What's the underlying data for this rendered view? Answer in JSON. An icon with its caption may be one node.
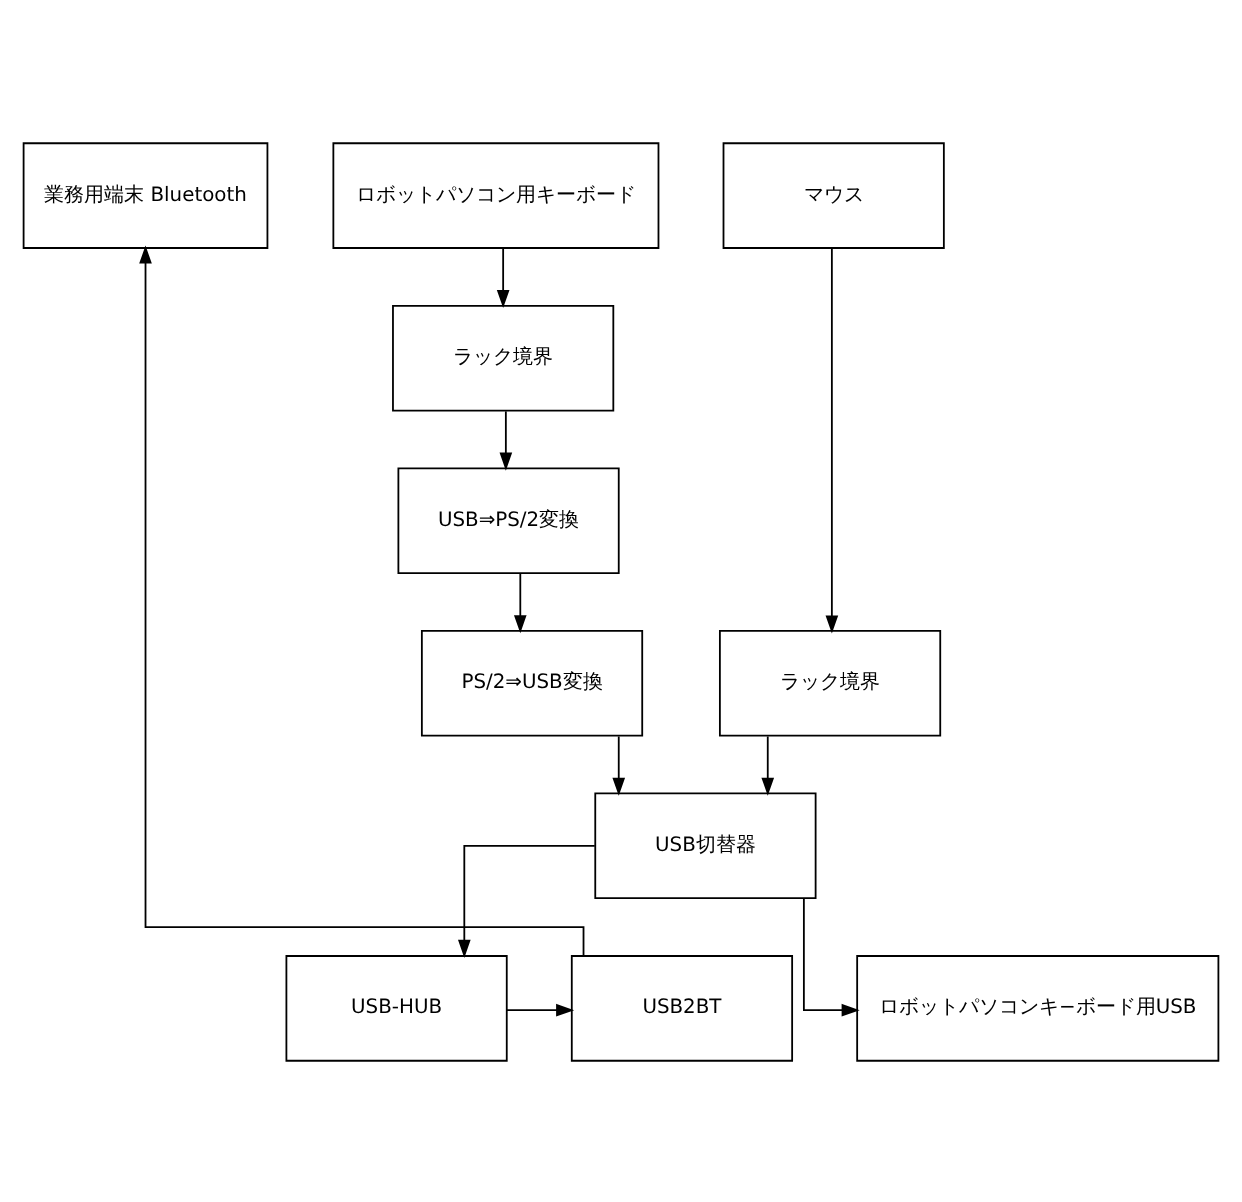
{
  "diagram": {
    "nodes": [
      {
        "text": [
          "業務用端末 Bluetooth"
        ]
      },
      {
        "text": [
          "ロボットパソコン用キーボード"
        ]
      },
      {
        "text": [
          "マウス"
        ]
      },
      {
        "text": [
          "ラック境界"
        ]
      },
      {
        "text": [
          "USB⇒PS/2変換"
        ]
      },
      {
        "text": [
          "PS/2⇒USB変換"
        ]
      },
      {
        "text": [
          "ラック境界"
        ]
      },
      {
        "text": [
          "USB切替器"
        ]
      },
      {
        "text": [
          "USB2BT"
        ]
      },
      {
        "text": [
          "USB-HUB"
        ]
      },
      {
        "text": [
          "ロボットパソコンキ−ボード用USB"
        ]
      }
    ],
    "edges": [
      {
        "from": 1,
        "to": 3,
        "arrow": "to"
      },
      {
        "from": 3,
        "to": 4,
        "arrow": "to"
      },
      {
        "from": 4,
        "to": 5,
        "arrow": "to"
      },
      {
        "from": 2,
        "to": 6,
        "arrow": "to"
      },
      {
        "from": 5,
        "to": 7,
        "arrow": "to"
      },
      {
        "from": 6,
        "to": 7,
        "arrow": "to"
      },
      {
        "from": 7,
        "to": 9,
        "arrow": "to"
      },
      {
        "from": 7,
        "to": 10,
        "arrow": "to"
      },
      {
        "from": 9,
        "to": 8,
        "arrow": "to"
      },
      {
        "from": 8,
        "to": 0,
        "arrow": "to"
      }
    ]
  }
}
